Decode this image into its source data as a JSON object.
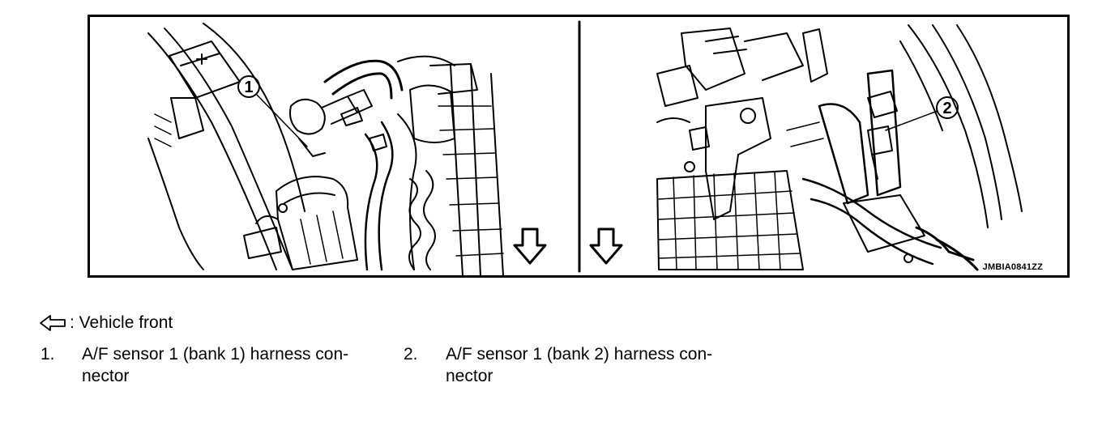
{
  "figure": {
    "id": "JMBIA0841ZZ",
    "callouts": [
      "1",
      "2"
    ]
  },
  "legend": {
    "front_icon": "arrow-left-outline-icon",
    "front_label": ": Vehicle front"
  },
  "items": [
    {
      "num": "1.",
      "text": "A/F sensor 1 (bank 1) harness con-",
      "text2": "nector"
    },
    {
      "num": "2.",
      "text": "A/F sensor 1 (bank 2) harness con-",
      "text2": "nector"
    }
  ]
}
